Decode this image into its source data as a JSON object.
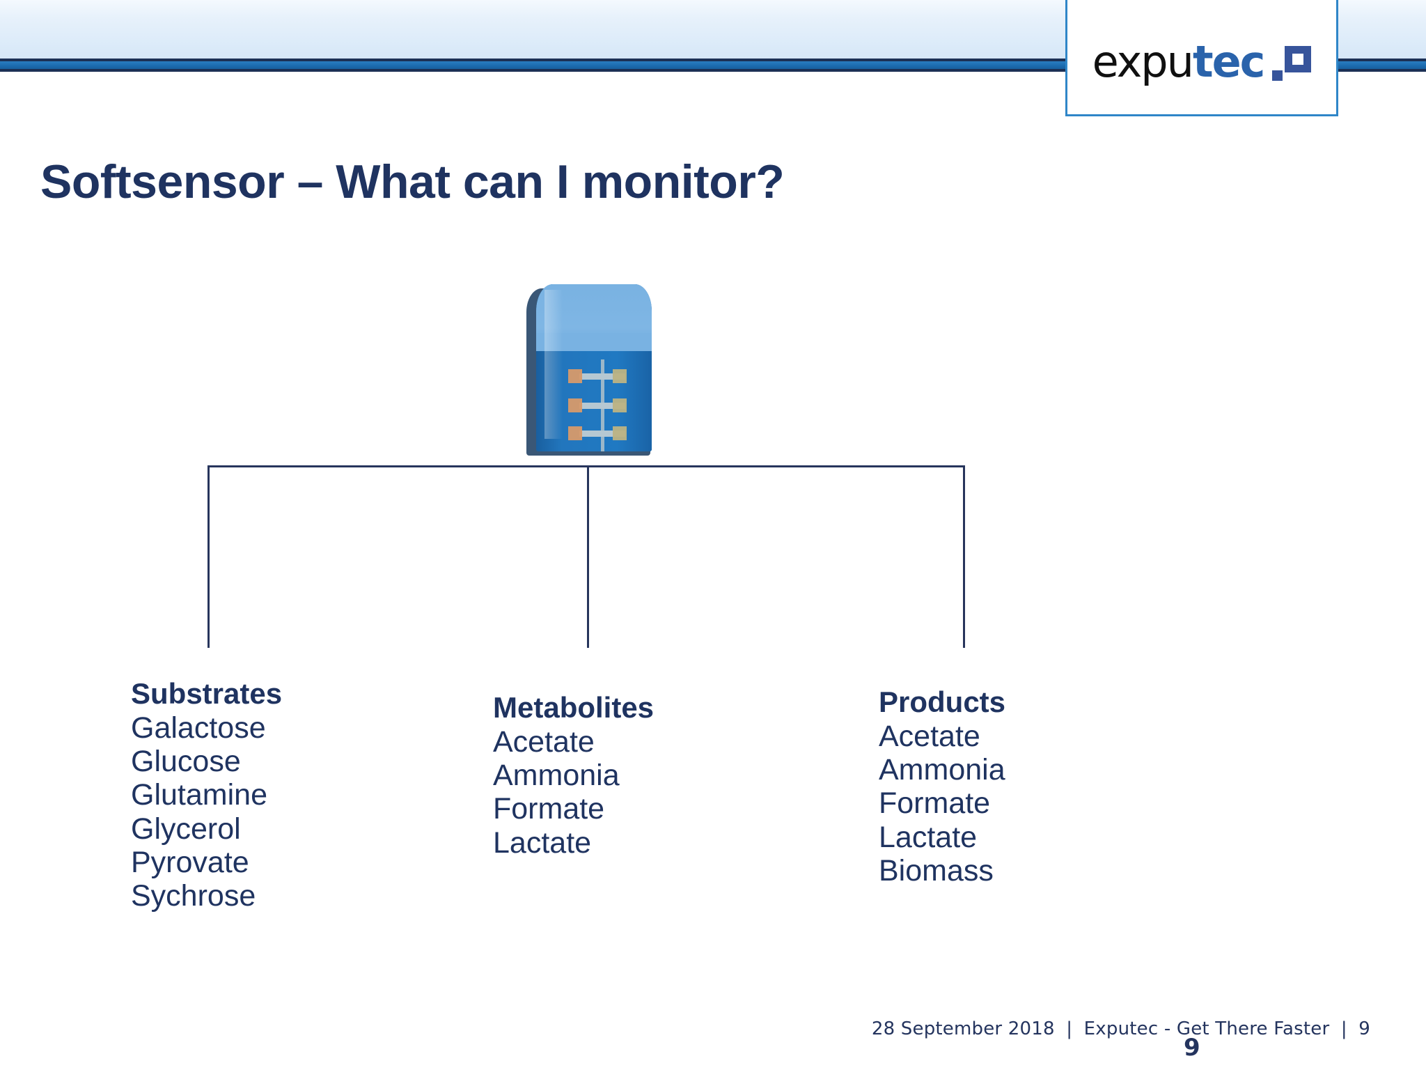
{
  "slide": {
    "title": "Softsensor – What can I  monitor?",
    "accent_dark": "#1f3360",
    "accent_blue": "#1c6cb0",
    "header_light_blue": "#dcebf9"
  },
  "logo": {
    "name": "exputec-logo",
    "word_black": "expu",
    "word_blue": "tec",
    "mark": "square-dot-mark"
  },
  "diagram": {
    "source_icon": "bioreactor-vessel-icon",
    "connector": "tree-connector-three-branches",
    "columns": [
      {
        "id": "substrates",
        "heading": "Substrates",
        "items": [
          "Galactose",
          "Glucose",
          "Glutamine",
          "Glycerol",
          "Pyrovate",
          "Sychrose"
        ]
      },
      {
        "id": "metabolites",
        "heading": "Metabolites",
        "items": [
          "Acetate",
          "Ammonia",
          "Formate",
          "Lactate"
        ]
      },
      {
        "id": "products",
        "heading": "Products",
        "items": [
          "Acetate",
          "Ammonia",
          "Formate",
          "Lactate",
          "Biomass"
        ]
      }
    ]
  },
  "footer": {
    "date": "28 September 2018",
    "separator": "|",
    "tagline": "Exputec - Get There Faster",
    "slide_number": "9",
    "page_number": "9"
  }
}
